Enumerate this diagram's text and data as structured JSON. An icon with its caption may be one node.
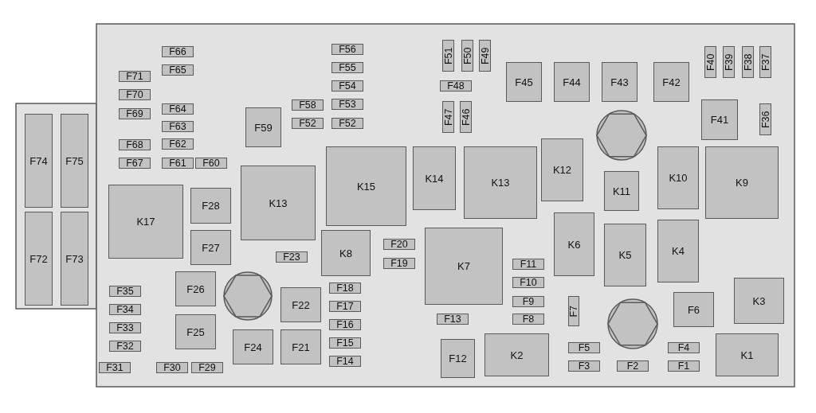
{
  "diagram": {
    "nodes": [
      {
        "text": [
          "F74"
        ]
      },
      {
        "text": [
          "F75"
        ]
      },
      {
        "text": [
          "F72"
        ]
      },
      {
        "text": [
          "F73"
        ]
      },
      {
        "text": [
          "F66"
        ]
      },
      {
        "text": [
          "F65"
        ]
      },
      {
        "text": [
          "F71"
        ]
      },
      {
        "text": [
          "F70"
        ]
      },
      {
        "text": [
          "F69"
        ]
      },
      {
        "text": [
          "F64"
        ]
      },
      {
        "text": [
          "F63"
        ]
      },
      {
        "text": [
          "F62"
        ]
      },
      {
        "text": [
          "F68"
        ]
      },
      {
        "text": [
          "F67"
        ]
      },
      {
        "text": [
          "F61"
        ]
      },
      {
        "text": [
          "F60"
        ]
      },
      {
        "text": [
          "F59"
        ]
      },
      {
        "text": [
          "F58"
        ]
      },
      {
        "text": [
          "F52"
        ]
      },
      {
        "text": [
          "F56"
        ]
      },
      {
        "text": [
          "F55"
        ]
      },
      {
        "text": [
          "F54"
        ]
      },
      {
        "text": [
          "F53"
        ]
      },
      {
        "text": [
          "F52"
        ]
      },
      {
        "text": [
          "F51"
        ]
      },
      {
        "text": [
          "F50"
        ]
      },
      {
        "text": [
          "F49"
        ]
      },
      {
        "text": [
          "F48"
        ]
      },
      {
        "text": [
          "F47"
        ]
      },
      {
        "text": [
          "F46"
        ]
      },
      {
        "text": [
          "F45"
        ]
      },
      {
        "text": [
          "F44"
        ]
      },
      {
        "text": [
          "F43"
        ]
      },
      {
        "text": [
          "F42"
        ]
      },
      {
        "text": [
          "F40"
        ]
      },
      {
        "text": [
          "F39"
        ]
      },
      {
        "text": [
          "F38"
        ]
      },
      {
        "text": [
          "F37"
        ]
      },
      {
        "text": [
          "F41"
        ]
      },
      {
        "text": [
          "F36"
        ]
      },
      {
        "text": [
          "K15"
        ]
      },
      {
        "text": [
          "K14"
        ]
      },
      {
        "text": [
          "K13"
        ]
      },
      {
        "text": [
          "K12"
        ]
      },
      {
        "text": [
          "K11"
        ]
      },
      {
        "text": [
          "K10"
        ]
      },
      {
        "text": [
          "K9"
        ]
      },
      {
        "text": [
          "K13"
        ]
      },
      {
        "text": [
          "K17"
        ]
      },
      {
        "text": [
          "F28"
        ]
      },
      {
        "text": [
          "F27"
        ]
      },
      {
        "text": [
          "F23"
        ]
      },
      {
        "text": [
          "K8"
        ]
      },
      {
        "text": [
          "F20"
        ]
      },
      {
        "text": [
          "F19"
        ]
      },
      {
        "text": [
          "K7"
        ]
      },
      {
        "text": [
          "F11"
        ]
      },
      {
        "text": [
          "F10"
        ]
      },
      {
        "text": [
          "F9"
        ]
      },
      {
        "text": [
          "F8"
        ]
      },
      {
        "text": [
          "K6"
        ]
      },
      {
        "text": [
          "K5"
        ]
      },
      {
        "text": [
          "K4"
        ]
      },
      {
        "text": [
          "F26"
        ]
      },
      {
        "text": [
          "F22"
        ]
      },
      {
        "text": [
          "F18"
        ]
      },
      {
        "text": [
          "F17"
        ]
      },
      {
        "text": [
          "F16"
        ]
      },
      {
        "text": [
          "F15"
        ]
      },
      {
        "text": [
          "F14"
        ]
      },
      {
        "text": [
          "F35"
        ]
      },
      {
        "text": [
          "F34"
        ]
      },
      {
        "text": [
          "F33"
        ]
      },
      {
        "text": [
          "F32"
        ]
      },
      {
        "text": [
          "F31"
        ]
      },
      {
        "text": [
          "F30"
        ]
      },
      {
        "text": [
          "F29"
        ]
      },
      {
        "text": [
          "F25"
        ]
      },
      {
        "text": [
          "F24"
        ]
      },
      {
        "text": [
          "F21"
        ]
      },
      {
        "text": [
          "F13"
        ]
      },
      {
        "text": [
          "F12"
        ]
      },
      {
        "text": [
          "K2"
        ]
      },
      {
        "text": [
          "F7"
        ]
      },
      {
        "text": [
          "F6"
        ]
      },
      {
        "text": [
          "K3"
        ]
      },
      {
        "text": [
          "F5"
        ]
      },
      {
        "text": [
          "F3"
        ]
      },
      {
        "text": [
          "F2"
        ]
      },
      {
        "text": [
          "F4"
        ]
      },
      {
        "text": [
          "F1"
        ]
      },
      {
        "text": [
          "K1"
        ]
      }
    ]
  }
}
